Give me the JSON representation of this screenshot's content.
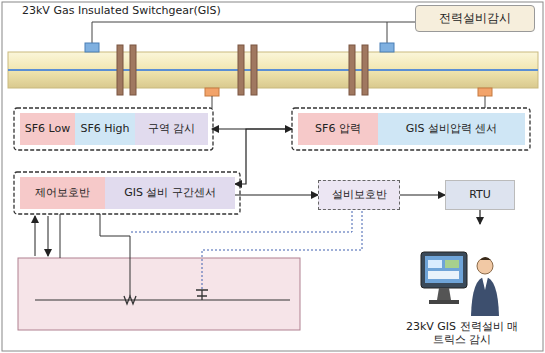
{
  "diagram": {
    "title": "23kV Gas Insulated Switchgear(GIS)",
    "nodes": [
      {
        "text": [
          "전력설비감시"
        ]
      },
      {
        "text": [
          "SF6 Low"
        ]
      },
      {
        "text": [
          "SF6 High"
        ]
      },
      {
        "text": [
          "구역 감시"
        ]
      },
      {
        "text": [
          "SF6 압력"
        ]
      },
      {
        "text": [
          "GIS 설비압력 센서"
        ]
      },
      {
        "text": [
          "제어보호반"
        ]
      },
      {
        "text": [
          "GIS 설비 구간센서"
        ]
      },
      {
        "text": [
          "설비보호반"
        ]
      },
      {
        "text": [
          "RTU"
        ]
      },
      {
        "text": [
          "23kV GIS 전력설비 매트릭스 감시"
        ]
      }
    ],
    "edges": [
      {
        "from": 3,
        "to": 4,
        "arrow": "both"
      },
      {
        "from": 4,
        "to": 7,
        "arrow": "to"
      },
      {
        "from": 7,
        "to": 8,
        "arrow": "to"
      },
      {
        "from": 8,
        "to": 9,
        "arrow": "to"
      },
      {
        "from": 9,
        "to": 10,
        "arrow": "to"
      }
    ]
  }
}
